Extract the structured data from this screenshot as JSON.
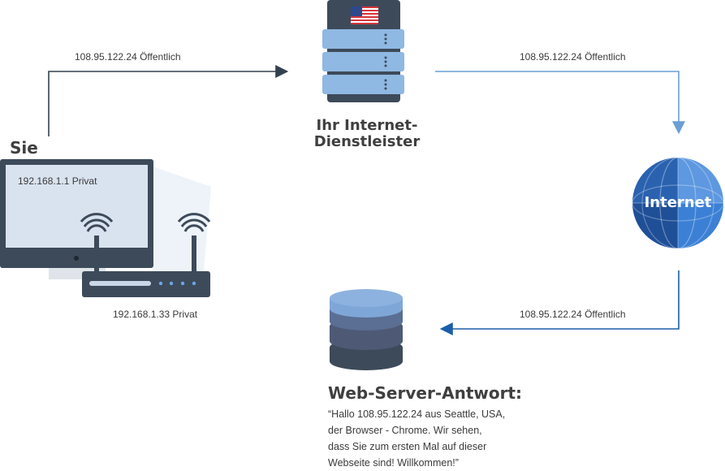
{
  "labels": {
    "you": "Sie",
    "isp": "Ihr Internet-\nDienstleister",
    "internet": "Internet",
    "web_server": "Web-Server-Antwort:"
  },
  "ips": {
    "computer": "192.168.1.1 Privat",
    "router": "192.168.1.33 Privat",
    "to_isp": "108.95.122.24 Öffentlich",
    "isp_to_internet": "108.95.122.24 Öffentlich",
    "internet_to_server": "108.95.122.24 Öffentlich"
  },
  "server_response": "“Hallo 108.95.122.24 aus Seattle, USA,\nder Browser - Chrome. Wir sehen,\ndass Sie zum ersten Mal auf dieser\nWebseite sind! Willkommen!”",
  "colors": {
    "arrow_dark": "#33414f",
    "arrow_light": "#6a9fd4",
    "arrow_blue": "#1c5ea8",
    "server_body": "#3d4a5a",
    "server_unit": "#8fb8e2",
    "globe": "#2f6fc4",
    "db_top": "#7ea7d8",
    "db_mid": "#5b6e93"
  },
  "icons": {
    "flag": "us-flag-icon",
    "server": "server-rack-icon",
    "globe": "globe-icon",
    "database": "database-icon",
    "monitor": "monitor-icon",
    "router": "wifi-router-icon"
  }
}
